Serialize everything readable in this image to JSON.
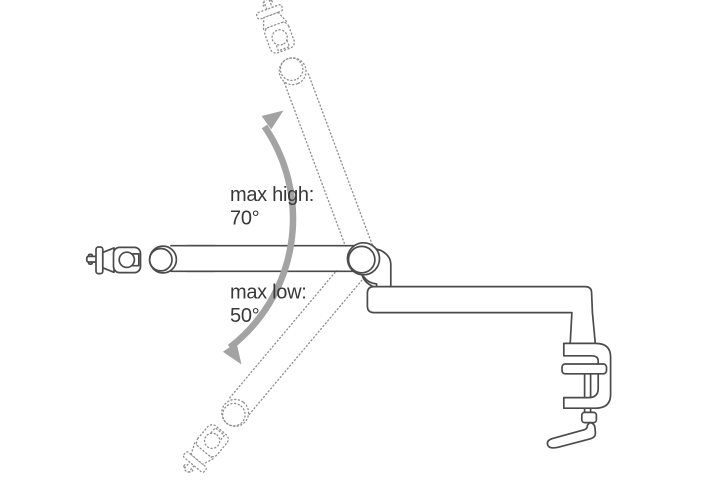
{
  "diagram": {
    "subject": "boom-arm-rotation-range",
    "labels": {
      "max_high": "max high:",
      "max_high_value": "70°",
      "max_low": "max low:",
      "max_low_value": "50°"
    },
    "angles": {
      "max_high_deg": 70,
      "max_low_deg": 50
    },
    "colors": {
      "line": "#4b4b4b",
      "ghost_dotted": "#8f8f8f",
      "arrow": "#a3a3a3",
      "text": "#383838",
      "background": "#ffffff"
    }
  }
}
